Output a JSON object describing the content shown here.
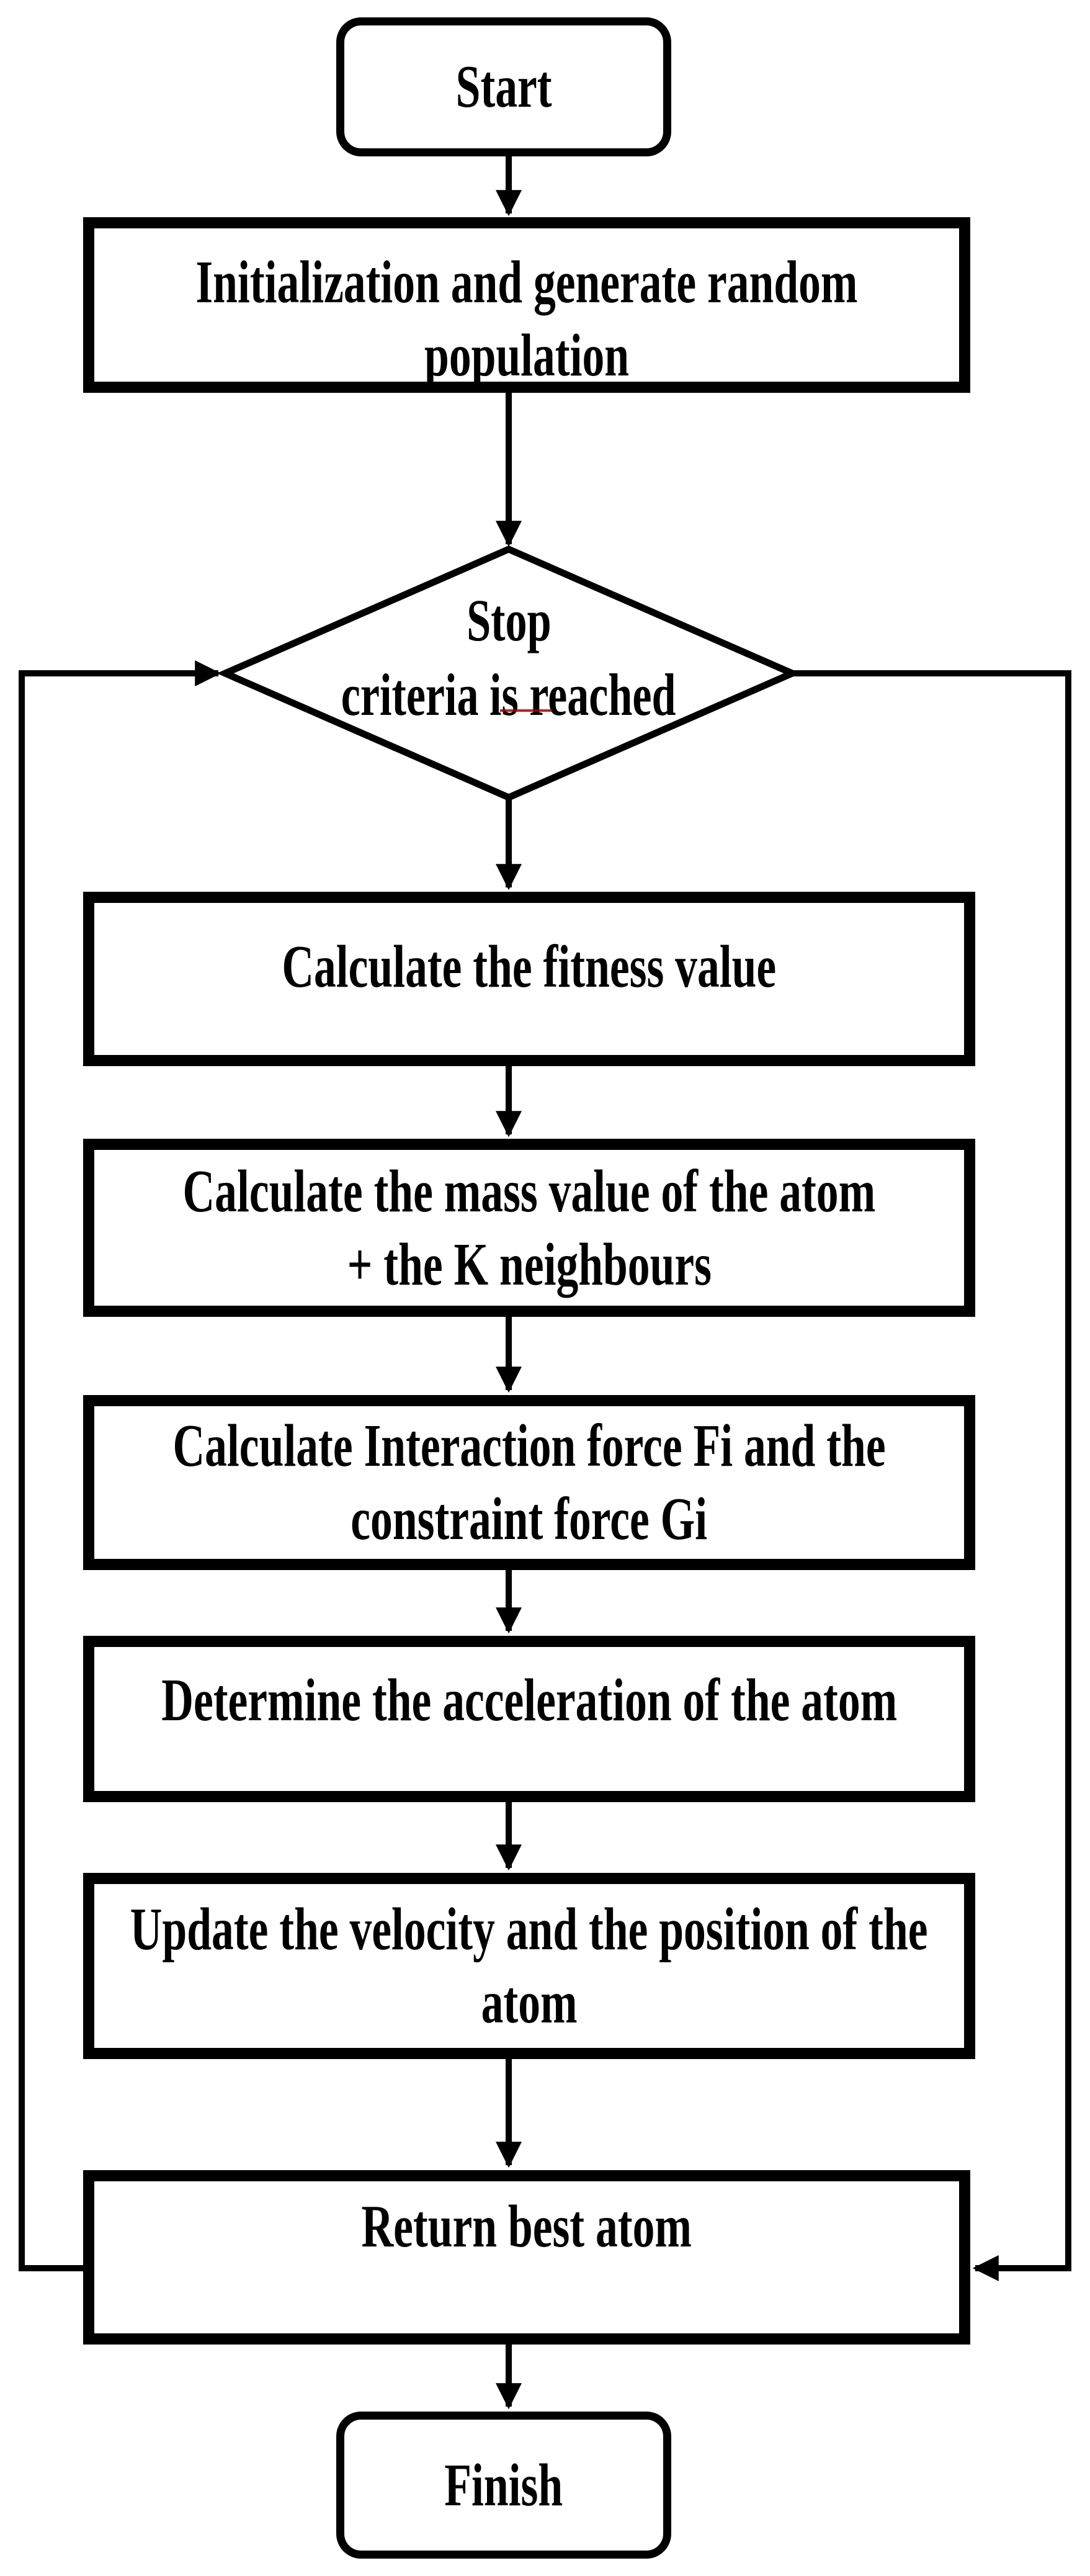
{
  "flow": {
    "figure_type": "flowchart",
    "nodes": [
      {
        "id": "start",
        "shape": "terminator",
        "lines": [
          "Start"
        ]
      },
      {
        "id": "initialization",
        "shape": "process",
        "lines": [
          "Initialization and generate random",
          "population"
        ]
      },
      {
        "id": "stop-criteria",
        "shape": "decision",
        "lines": [
          "Stop",
          "criteria is reached"
        ]
      },
      {
        "id": "calculate-fitness",
        "shape": "process",
        "lines": [
          "Calculate the fitness value"
        ]
      },
      {
        "id": "calculate-mass",
        "shape": "process",
        "lines": [
          "Calculate the mass value of the atom",
          "+ the K neighbours"
        ]
      },
      {
        "id": "calculate-forces",
        "shape": "process",
        "lines": [
          "Calculate Interaction force Fi and the",
          "constraint force Gi"
        ]
      },
      {
        "id": "determine-acceleration",
        "shape": "process",
        "lines": [
          "Determine the acceleration of the atom"
        ]
      },
      {
        "id": "update-velocity-position",
        "shape": "process",
        "lines": [
          "Update the velocity and the position of the",
          "atom"
        ]
      },
      {
        "id": "return-best-atom",
        "shape": "process",
        "lines": [
          "Return best atom"
        ]
      },
      {
        "id": "finish",
        "shape": "terminator",
        "lines": [
          "Finish"
        ]
      }
    ],
    "edges": [
      {
        "from": "start",
        "to": "initialization",
        "route": "down"
      },
      {
        "from": "initialization",
        "to": "stop-criteria",
        "route": "down"
      },
      {
        "from": "stop-criteria",
        "to": "calculate-fitness",
        "route": "down"
      },
      {
        "from": "calculate-fitness",
        "to": "calculate-mass",
        "route": "down"
      },
      {
        "from": "calculate-mass",
        "to": "calculate-forces",
        "route": "down"
      },
      {
        "from": "calculate-forces",
        "to": "determine-acceleration",
        "route": "down"
      },
      {
        "from": "determine-acceleration",
        "to": "update-velocity-position",
        "route": "down"
      },
      {
        "from": "update-velocity-position",
        "to": "return-best-atom",
        "route": "down"
      },
      {
        "from": "return-best-atom",
        "to": "finish",
        "route": "down"
      },
      {
        "from": "return-best-atom",
        "to": "stop-criteria",
        "route": "left-feedback-loop"
      },
      {
        "from": "stop-criteria",
        "to": "return-best-atom",
        "route": "right-feedback-loop"
      }
    ],
    "colors": {
      "stroke": "#000000",
      "fill": "#ffffff",
      "text": "#000000",
      "spellcheck_underline": "#a40000"
    }
  }
}
